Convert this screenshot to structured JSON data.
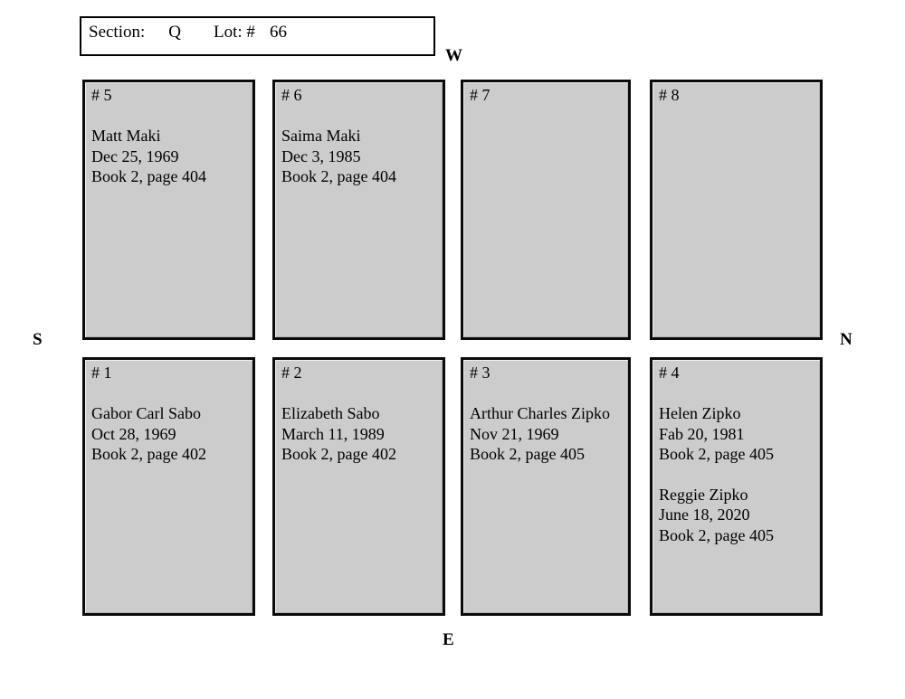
{
  "header": {
    "section_label": "Section:",
    "section_value": "Q",
    "lot_label": "Lot: #",
    "lot_value": "66"
  },
  "compass": {
    "west": "W",
    "south": "S",
    "north": "N",
    "east": "E"
  },
  "plots": [
    {
      "number": "# 5",
      "entries": [
        {
          "name": "Matt Maki",
          "date": "Dec 25, 1969",
          "reference": "Book 2, page 404"
        }
      ]
    },
    {
      "number": "# 6",
      "entries": [
        {
          "name": "Saima Maki",
          "date": "Dec 3, 1985",
          "reference": "Book 2, page 404"
        }
      ]
    },
    {
      "number": "# 7",
      "entries": []
    },
    {
      "number": "# 8",
      "entries": []
    },
    {
      "number": "# 1",
      "entries": [
        {
          "name": "Gabor Carl Sabo",
          "date": "Oct 28, 1969",
          "reference": "Book 2, page 402"
        }
      ]
    },
    {
      "number": "# 2",
      "entries": [
        {
          "name": "Elizabeth Sabo",
          "date": "March 11, 1989",
          "reference": "Book 2, page 402"
        }
      ]
    },
    {
      "number": "# 3",
      "entries": [
        {
          "name": "Arthur Charles Zipko",
          "date": "Nov 21, 1969",
          "reference": "Book 2, page 405"
        }
      ]
    },
    {
      "number": "# 4",
      "entries": [
        {
          "name": "Helen Zipko",
          "date": "Fab 20, 1981",
          "reference": "Book 2, page 405"
        },
        {
          "name": "Reggie Zipko",
          "date": "June 18, 2020",
          "reference": "Book 2, page 405"
        }
      ]
    }
  ],
  "colors": {
    "plot_fill": "#cccccc",
    "plot_border": "#0a0a0a",
    "page_background": "#ffffff",
    "text": "#000000"
  }
}
